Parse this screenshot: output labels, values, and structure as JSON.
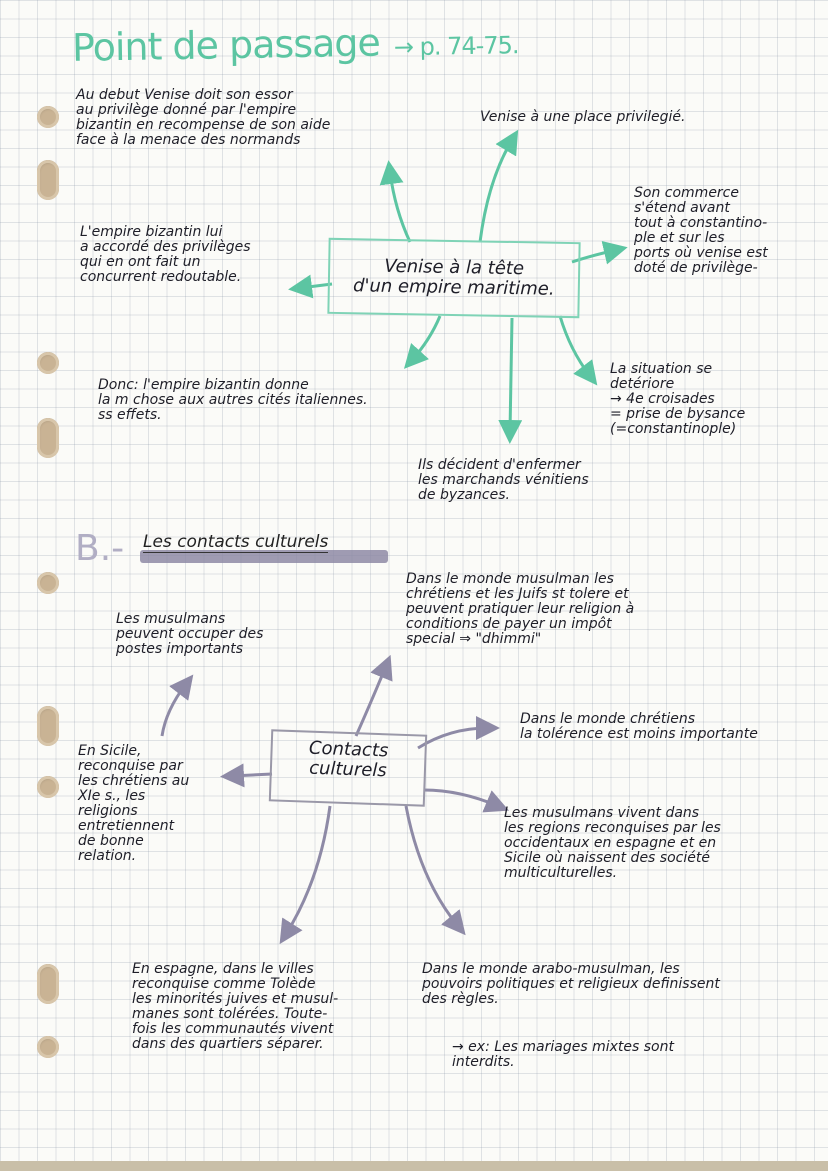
{
  "title": {
    "main": "Point de passage",
    "ref": "→ p. 74-75."
  },
  "venice": {
    "center": "Venise à la tête\nd'un empire maritime.",
    "notes": {
      "essor": "Au debut Venise doit son essor\nau privilège donné par l'empire\nbizantin en recompense de son aide\nface à la menace des normands",
      "place": "Venise à une place privilegié.",
      "empire": "L'empire bizantin lui\na accordé des privilèges\nqui en ont fait un\nconcurrent redoutable.",
      "commerce": "Son commerce\ns'étend avant\ntout à constantino-\nple et sur les\nports où venise est\ndoté de privilège-",
      "donc": "Donc: l'empire bizantin donne\nla m chose aux autres cités italiennes.\nss effets.",
      "situation": "La situation se\ndetériore\n→ 4e croisades\n= prise de bysance\n(=constantinople)",
      "enfermer": "Ils décident d'enfermer\nles marchands vénitiens\nde byzances."
    }
  },
  "section_b": {
    "letter": "B.-",
    "title": "Les contacts culturels",
    "center": "Contacts\nculturels",
    "notes": {
      "musulmans_postes": "Les musulmans\npeuvent occuper des\npostes importants",
      "dhimmi": "Dans le monde musulman les\nchrétiens et les Juifs st tolere et\npeuvent pratiquer leur religion à\nconditions de payer un impôt\nspecial   ⇒ \"dhimmi\"",
      "monde_chretien": "Dans le monde chrétiens\nla tolérence est moins importante",
      "sicile": "En Sicile,\nreconquise par\nles chrétiens au\nXIe s., les\nreligions\nentretiennent\nde bonne\nrelation.",
      "reconquises": "Les musulmans vivent dans\nles regions reconquises par les\noccidentaux en espagne et en\nSicile où naissent des société\nmulticulturelles.",
      "espagne": "En espagne, dans le villes\nreconquise comme Tolède\nles minorités juives et musul-\nmanes sont tolérées. Toute-\nfois les communautés vivent\ndans des quartiers séparer.",
      "arabo": "Dans le monde arabo-musulman, les\npouvoirs politiques et religieux definissent\ndes règles.",
      "ex": "→ ex: Les mariages mixtes sont\n       interdits."
    }
  },
  "colors": {
    "mint": "#5cc5a2",
    "purple": "#8e8aa6",
    "hole": "#c9b394"
  }
}
